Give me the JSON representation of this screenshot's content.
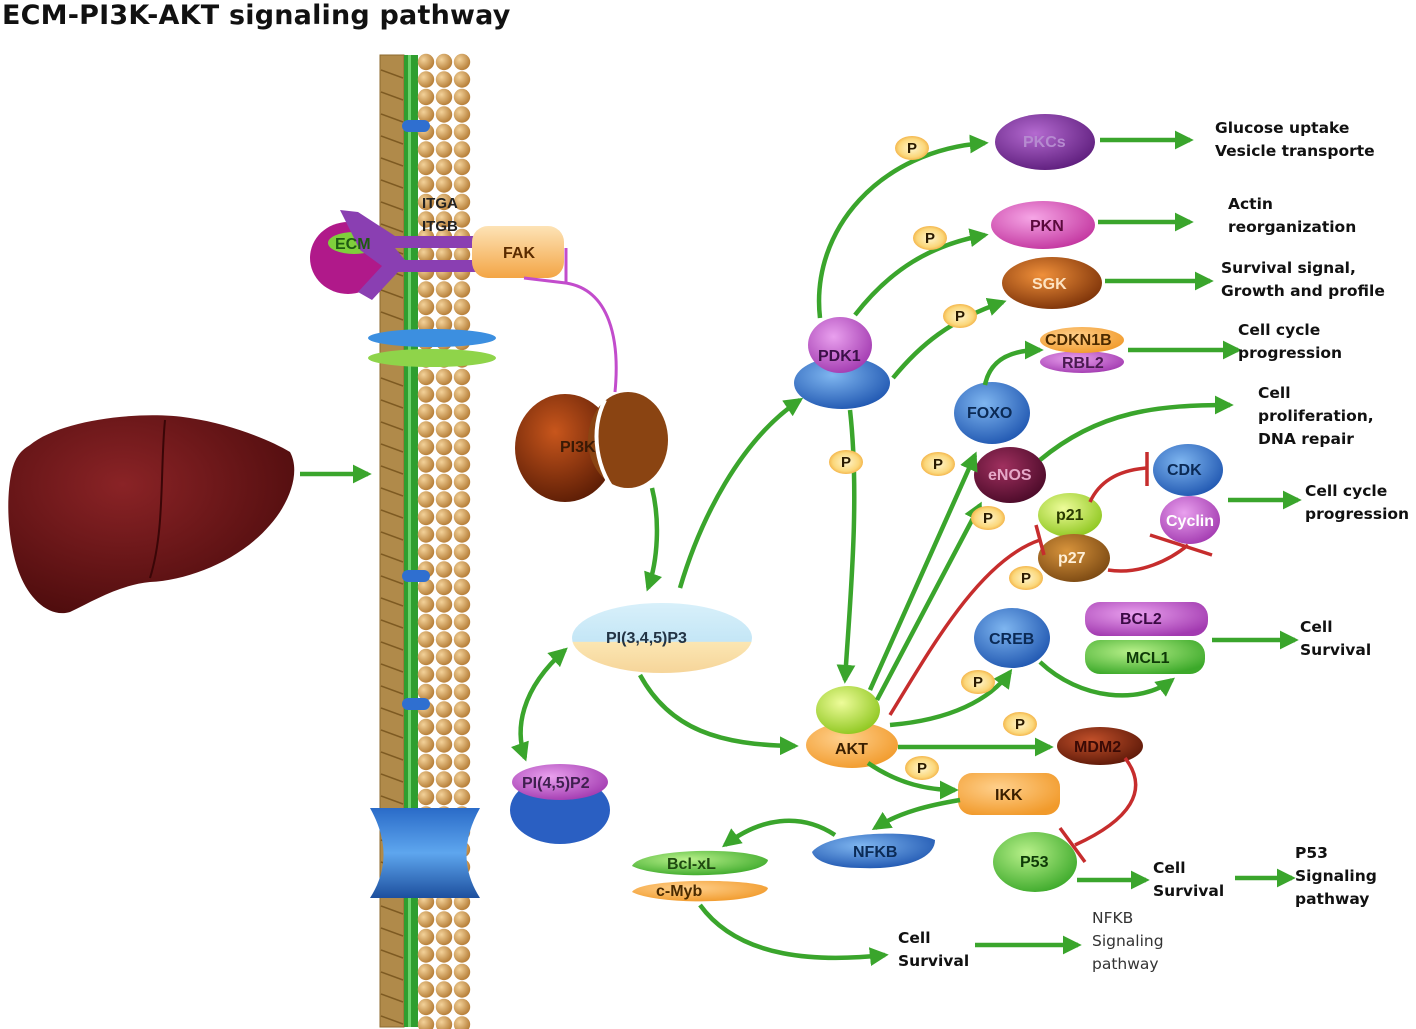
{
  "title": "ECM-PI3K-AKT signaling pathway",
  "colors": {
    "activation": "#3aa52c",
    "inhibition": "#c62d2d",
    "liver": "#6e1416",
    "membrane_green": "#2f9e2f",
    "lipid_head": "#d9a65a"
  },
  "icons": {
    "phospho": "phosphorylation-badge",
    "organ": "liver"
  },
  "nodes": {
    "ecm": "ECM",
    "itga": "ITGA",
    "itgb": "ITGB",
    "fak": "FAK",
    "pi3k": "PI3K",
    "pip3": "PI(3,4,5)P3",
    "pip2": "PI(4,5)P2",
    "pdk1": "PDK1",
    "akt": "AKT",
    "pkcs": "PKCs",
    "pkn": "PKN",
    "sgk": "SGK",
    "cdkn1b": "CDKN1B",
    "rbl2": "RBL2",
    "foxo": "FOXO",
    "enos": "eNOS",
    "cdk": "CDK",
    "cyclin": "Cyclin",
    "p21": "p21",
    "p27": "p27",
    "creb": "CREB",
    "bcl2": "BCL2",
    "mcl1": "MCL1",
    "mdm2": "MDM2",
    "ikk": "IKK",
    "nfkb": "NFKB",
    "bclxl": "Bcl-xL",
    "cmyb": "c-Myb",
    "p53": "P53",
    "phospho": "P"
  },
  "outcomes": {
    "glucose": [
      "Glucose uptake",
      "Vesicle transporte"
    ],
    "actin": [
      "Actin",
      "reorganization"
    ],
    "survival_growth": [
      "Survival signal,",
      "Growth and profile"
    ],
    "cellcycle1": [
      "Cell cycle",
      "progression"
    ],
    "prolif": [
      "Cell",
      "proliferation,",
      "DNA repair"
    ],
    "cellcycle2": [
      "Cell cycle",
      "progression"
    ],
    "survival_bcl": [
      "Cell",
      "Survival"
    ],
    "survival_p53": [
      "Cell",
      "Survival"
    ],
    "p53_path": [
      "P53",
      "Signaling",
      "pathway"
    ],
    "survival_nfkb": [
      "Cell",
      "Survival"
    ],
    "nfkb_path": [
      "NFKB",
      "Signaling",
      "pathway"
    ]
  }
}
